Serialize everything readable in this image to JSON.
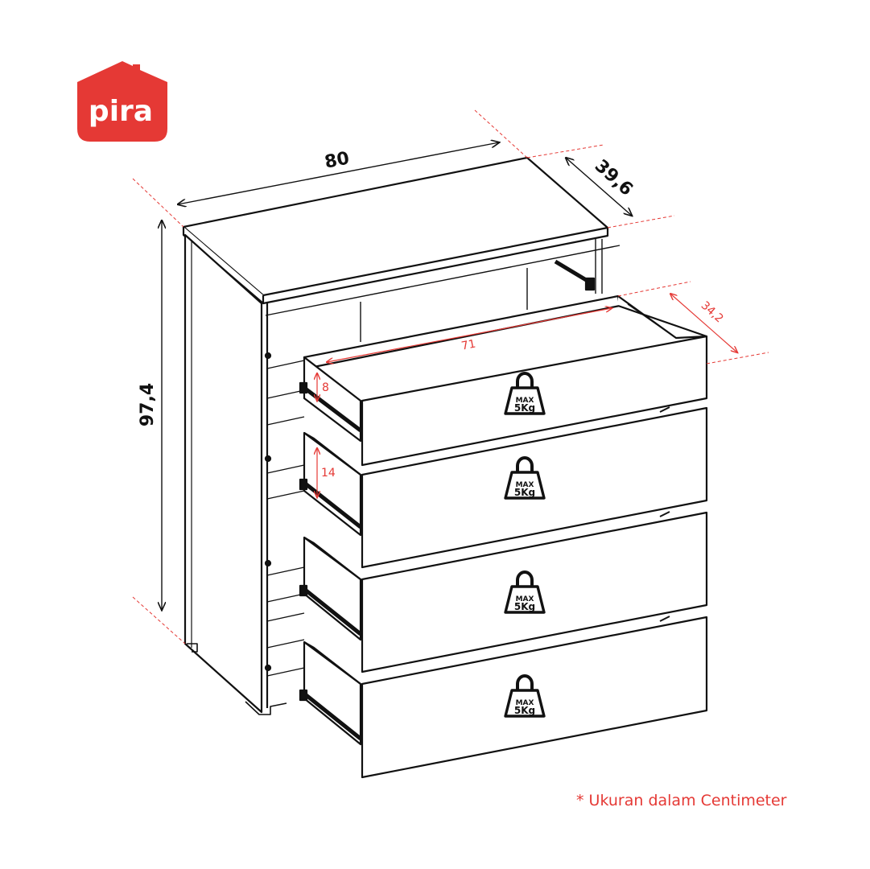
{
  "brand": {
    "name": "pira",
    "color": "#e53935"
  },
  "dimensions": {
    "width": "80",
    "depth": "39,6",
    "height": "97,4",
    "drawer_inner_width": "71",
    "drawer_inner_depth": "34,2",
    "top_drawer_height": "8",
    "second_drawer_height": "14"
  },
  "drawers": [
    {
      "load_max": "MAX",
      "load_value": "5Kg"
    },
    {
      "load_max": "MAX",
      "load_value": "5Kg"
    },
    {
      "load_max": "MAX",
      "load_value": "5Kg"
    },
    {
      "load_max": "MAX",
      "load_value": "5Kg"
    }
  ],
  "footnote": "* Ukuran dalam Centimeter"
}
